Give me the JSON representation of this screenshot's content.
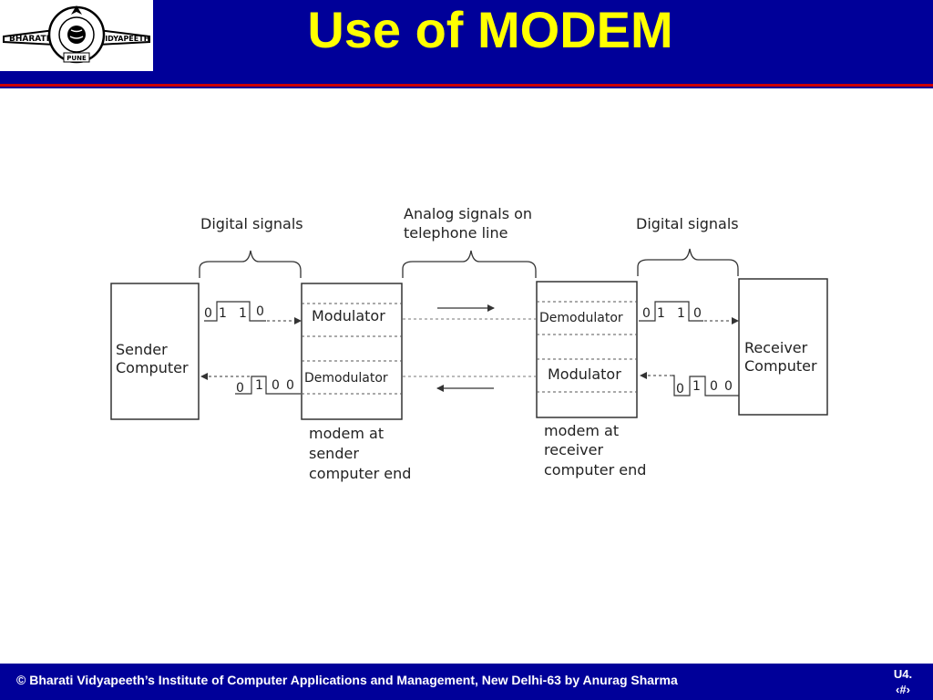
{
  "slide": {
    "title": "Use of MODEM",
    "footer": "© Bharati Vidyapeeth’s Institute of Computer Applications and Management, New Delhi-63 by Anurag Sharma",
    "slide_number_prefix": "U4.",
    "slide_number": "‹#›"
  },
  "logo": {
    "left_text": "BHARATI",
    "right_text": "VIDYAPEETH",
    "bottom_text": "PUNE",
    "ring_text": "BHARATI VIDYAPEETH"
  },
  "diagram": {
    "label_digital_left": "Digital signals",
    "label_analog_line1": "Analog signals on",
    "label_analog_line2": "telephone line",
    "label_digital_right": "Digital signals",
    "sender_line1": "Sender",
    "sender_line2": "Computer",
    "receiver_line1": "Receiver",
    "receiver_line2": "Computer",
    "sender_modem_top": "Modulator",
    "sender_modem_bottom": "Demodulator",
    "receiver_modem_top": "Demodulator",
    "receiver_modem_bottom": "Modulator",
    "caption_sender_line1": "modem at",
    "caption_sender_line2": "sender",
    "caption_sender_line3": "computer end",
    "caption_receiver_line1": "modem at",
    "caption_receiver_line2": "receiver",
    "caption_receiver_line3": "computer end",
    "bits_left_top": [
      "0",
      "1",
      "1",
      "0"
    ],
    "bits_left_bottom": [
      "0",
      "1",
      "0",
      "0"
    ],
    "bits_right_top": [
      "0",
      "1",
      "1",
      "0"
    ],
    "bits_right_bottom": [
      "0",
      "1",
      "0",
      "0"
    ]
  }
}
